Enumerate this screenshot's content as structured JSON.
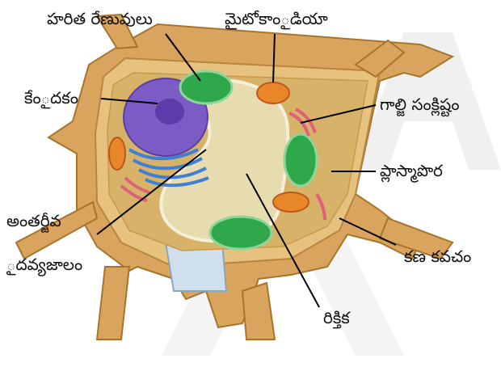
{
  "labels": {
    "chloroplast": "హరిత రేణువులు",
    "mitochondria": "మైటోకాంౖడియా",
    "nucleus": "కేంౖదకం",
    "golgi": "గాల్జి సంక్లిష్టం",
    "plasma_membrane": "ప్లాస్మాపొర",
    "er_line1": "అంతర్జీవ",
    "er_line2": "ౖదవ్యజాలం",
    "cell_wall": "కణ కవచం",
    "vacuole": "రిక్తిక"
  },
  "colors": {
    "cell_wall": "#d9a45e",
    "cytoplasm": "#d7b36a",
    "vacuole": "#e6dcb0",
    "nucleus": "#7b5cc7",
    "er": "#3f7fd4",
    "chloroplast": "#2ea84a",
    "mitochondria": "#e8862a",
    "golgi": "#e0607a",
    "watermark": "#e9e9e9"
  }
}
